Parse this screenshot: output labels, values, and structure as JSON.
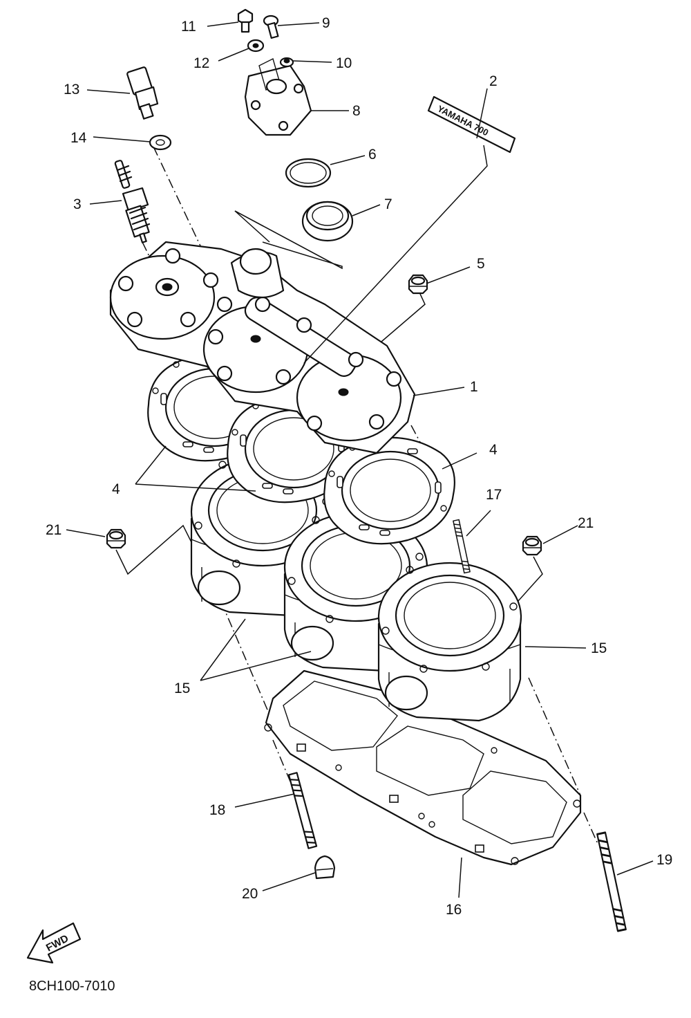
{
  "diagram": {
    "code": "8CH100-7010",
    "fwd_label": "FWD",
    "decal_text": "YAMAHA 700"
  },
  "callouts": {
    "c1": "1",
    "c2": "2",
    "c3": "3",
    "c4a": "4",
    "c4b": "4",
    "c5": "5",
    "c6": "6",
    "c7": "7",
    "c8": "8",
    "c9": "9",
    "c10": "10",
    "c11": "11",
    "c12": "12",
    "c13": "13",
    "c14": "14",
    "c15a": "15",
    "c15b": "15",
    "c16": "16",
    "c17": "17",
    "c18": "18",
    "c19": "19",
    "c20": "20",
    "c21a": "21",
    "c21b": "21"
  }
}
